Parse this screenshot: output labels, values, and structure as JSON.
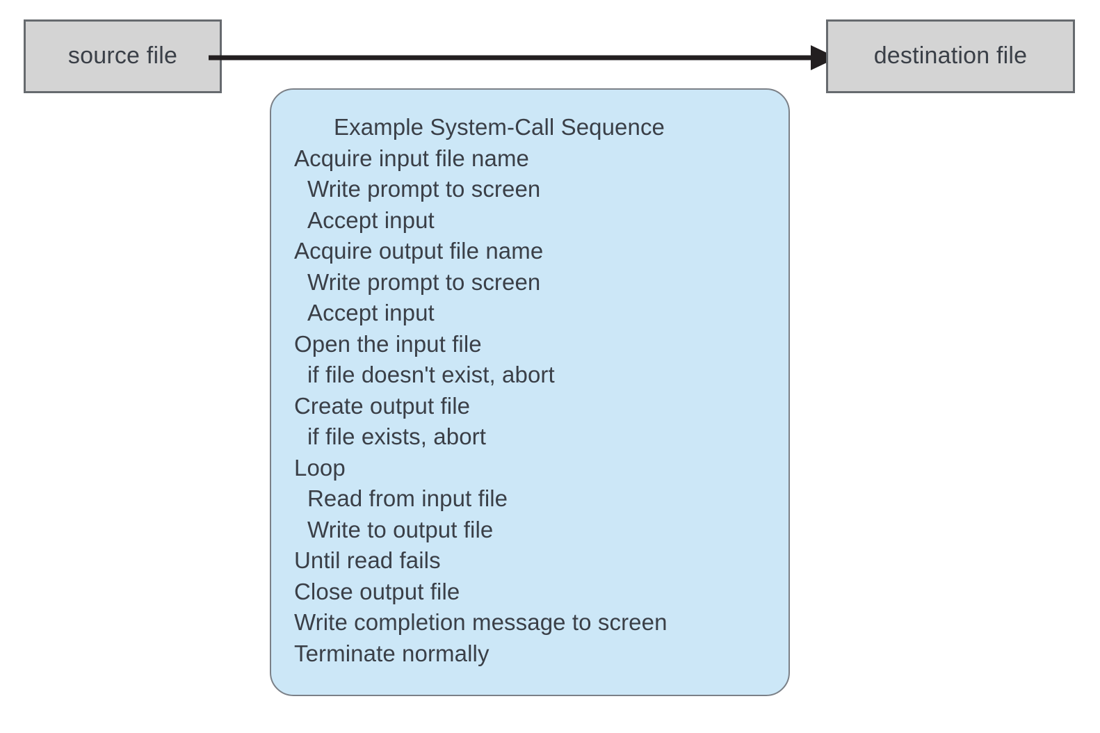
{
  "diagram": {
    "title": "Example System-Call Sequence",
    "nodes": {
      "source": {
        "label": "source file"
      },
      "destination": {
        "label": "destination file"
      }
    },
    "arrow": {
      "name": "source-to-destination-arrow",
      "direction": "right"
    },
    "colors": {
      "node_fill": "#d4d4d4",
      "node_border": "#666a6e",
      "panel_fill": "#cce7f7",
      "panel_border": "#7b8087",
      "text": "#3a3f47",
      "arrow": "#231f20"
    },
    "sequence": [
      {
        "text": "Example System-Call Sequence",
        "level": "title"
      },
      {
        "text": "Acquire input file name",
        "level": 0
      },
      {
        "text": "Write prompt to screen",
        "level": 1
      },
      {
        "text": "Accept input",
        "level": 1
      },
      {
        "text": "Acquire output file name",
        "level": 0
      },
      {
        "text": "Write prompt to screen",
        "level": 1
      },
      {
        "text": "Accept input",
        "level": 1
      },
      {
        "text": "Open the input file",
        "level": 0
      },
      {
        "text": "if file doesn't exist, abort",
        "level": 1
      },
      {
        "text": "Create output file",
        "level": 0
      },
      {
        "text": "if file exists, abort",
        "level": 1
      },
      {
        "text": "Loop",
        "level": 0
      },
      {
        "text": "Read from input file",
        "level": 1
      },
      {
        "text": "Write to output file",
        "level": 1
      },
      {
        "text": "Until read fails",
        "level": 0
      },
      {
        "text": "Close output file",
        "level": 0
      },
      {
        "text": "Write completion message to screen",
        "level": 0
      },
      {
        "text": "Terminate normally",
        "level": 0
      }
    ]
  }
}
